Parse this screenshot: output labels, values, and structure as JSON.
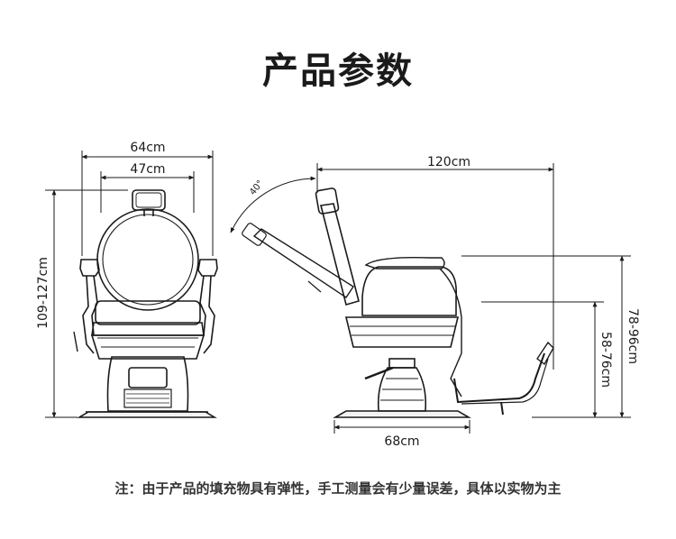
{
  "title": "产品参数",
  "front_view": {
    "overall_width": "64cm",
    "seat_width": "47cm",
    "height": "109-127cm"
  },
  "side_view": {
    "length": "120cm",
    "recline_angle": "40°",
    "armrest_height": "78-96cm",
    "seat_height": "58-76cm",
    "base_diameter": "68cm"
  },
  "note": "注：由于产品的填充物具有弹性，手工测量会有少量误差，具体以实物为主"
}
